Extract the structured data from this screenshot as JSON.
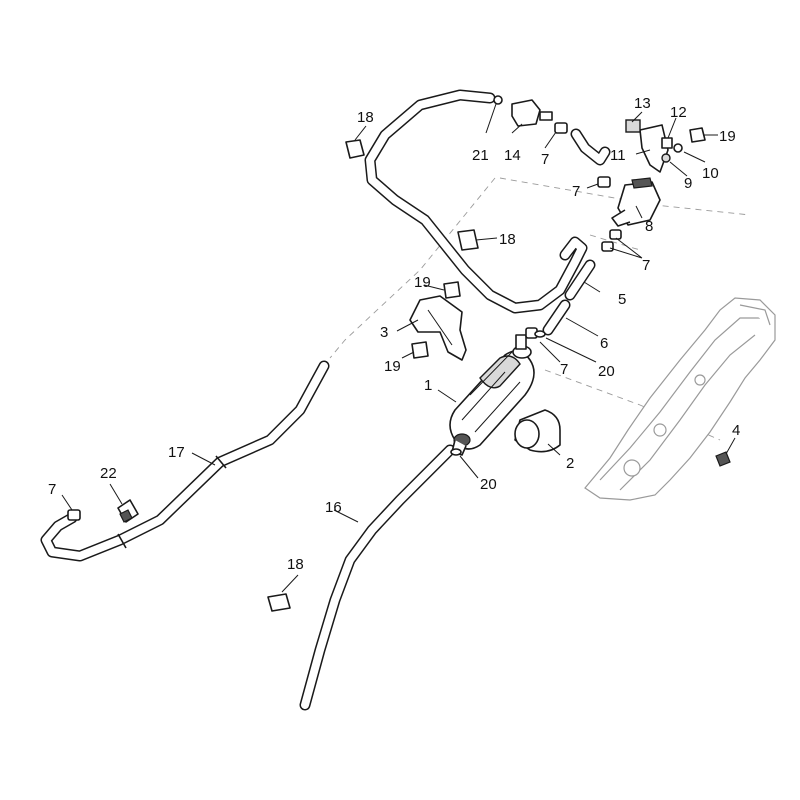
{
  "callouts": {
    "c1": "1",
    "c2": "2",
    "c3": "3",
    "c4": "4",
    "c5": "5",
    "c6": "6",
    "c7a": "7",
    "c7b": "7",
    "c7c": "7",
    "c7d": "7",
    "c7e": "7",
    "c8": "8",
    "c9": "9",
    "c10": "10",
    "c11": "11",
    "c12": "12",
    "c13": "13",
    "c14": "14",
    "c16": "16",
    "c17": "17",
    "c18a": "18",
    "c18b": "18",
    "c18c": "18",
    "c19a": "19",
    "c19b": "19",
    "c19c": "19",
    "c20a": "20",
    "c20b": "20",
    "c21": "21",
    "c22": "22"
  },
  "colors": {
    "line": "#1a1a1a",
    "phantom": "#9a9a9a",
    "background": "#ffffff"
  }
}
